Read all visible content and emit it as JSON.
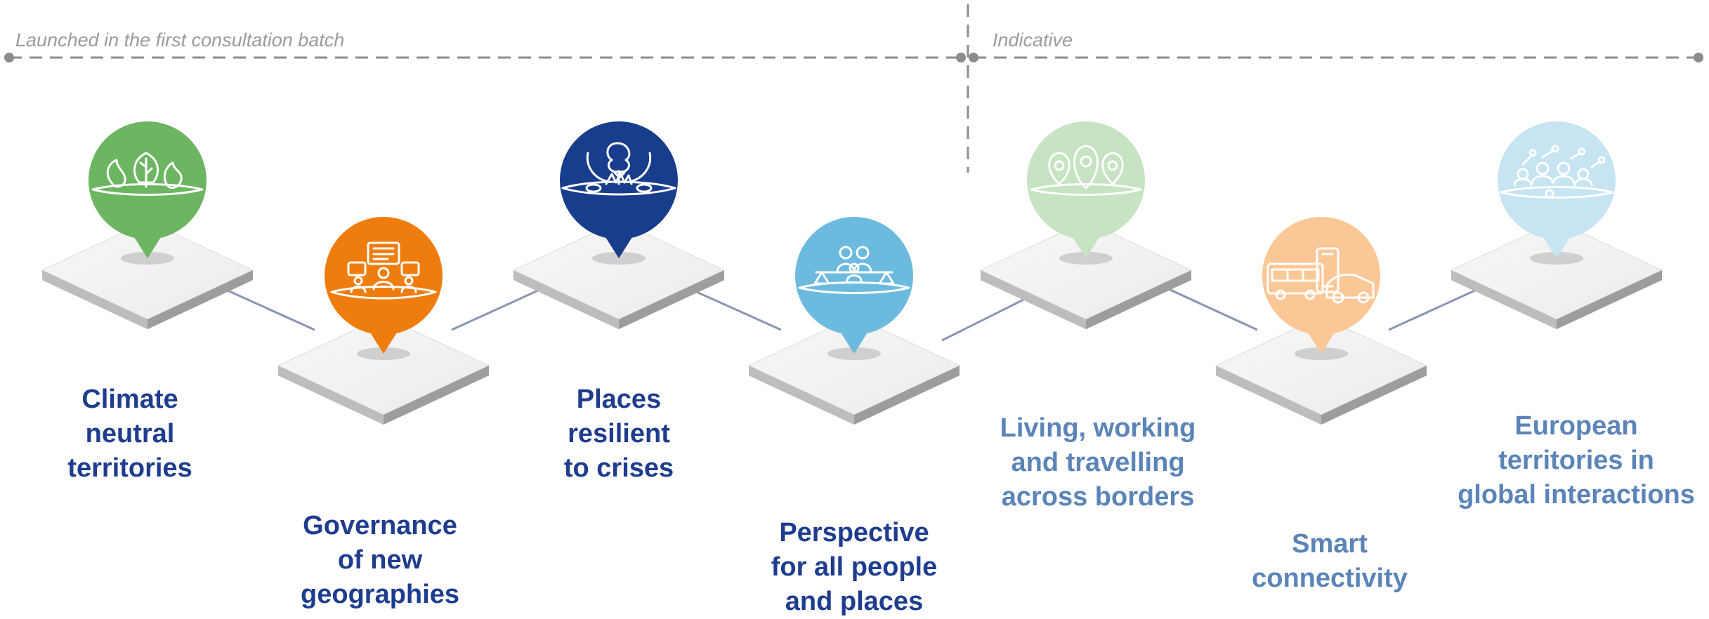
{
  "phases": [
    {
      "label": "Launched in the first consultation batch"
    },
    {
      "label": "Indicative"
    }
  ],
  "topics": [
    {
      "lines": [
        "Climate",
        "neutral",
        "territories"
      ],
      "icon": "nature-elements-icon",
      "color": "#6cb561",
      "batch": "first"
    },
    {
      "lines": [
        "Governance",
        "of new",
        "geographies"
      ],
      "icon": "meeting-discussion-icon",
      "color": "#ef7d0e",
      "batch": "first"
    },
    {
      "lines": [
        "Places",
        "resilient",
        "to crises"
      ],
      "icon": "protected-tree-icon",
      "color": "#183d8c",
      "batch": "first"
    },
    {
      "lines": [
        "Perspective",
        "for all people",
        "and places"
      ],
      "icon": "balanced-scale-people-icon",
      "color": "#6dbadf",
      "batch": "first"
    },
    {
      "lines": [
        "Living, working",
        "and travelling",
        "across borders"
      ],
      "icon": "location-pins-icon",
      "color": "#c6e3c2",
      "batch": "indicative"
    },
    {
      "lines": [
        "Smart",
        "connectivity"
      ],
      "icon": "bus-car-phone-icon",
      "color": "#fbc796",
      "batch": "indicative"
    },
    {
      "lines": [
        "European",
        "territories in",
        "global interactions"
      ],
      "icon": "connected-people-icon",
      "color": "#c6e4f1",
      "batch": "indicative"
    }
  ]
}
